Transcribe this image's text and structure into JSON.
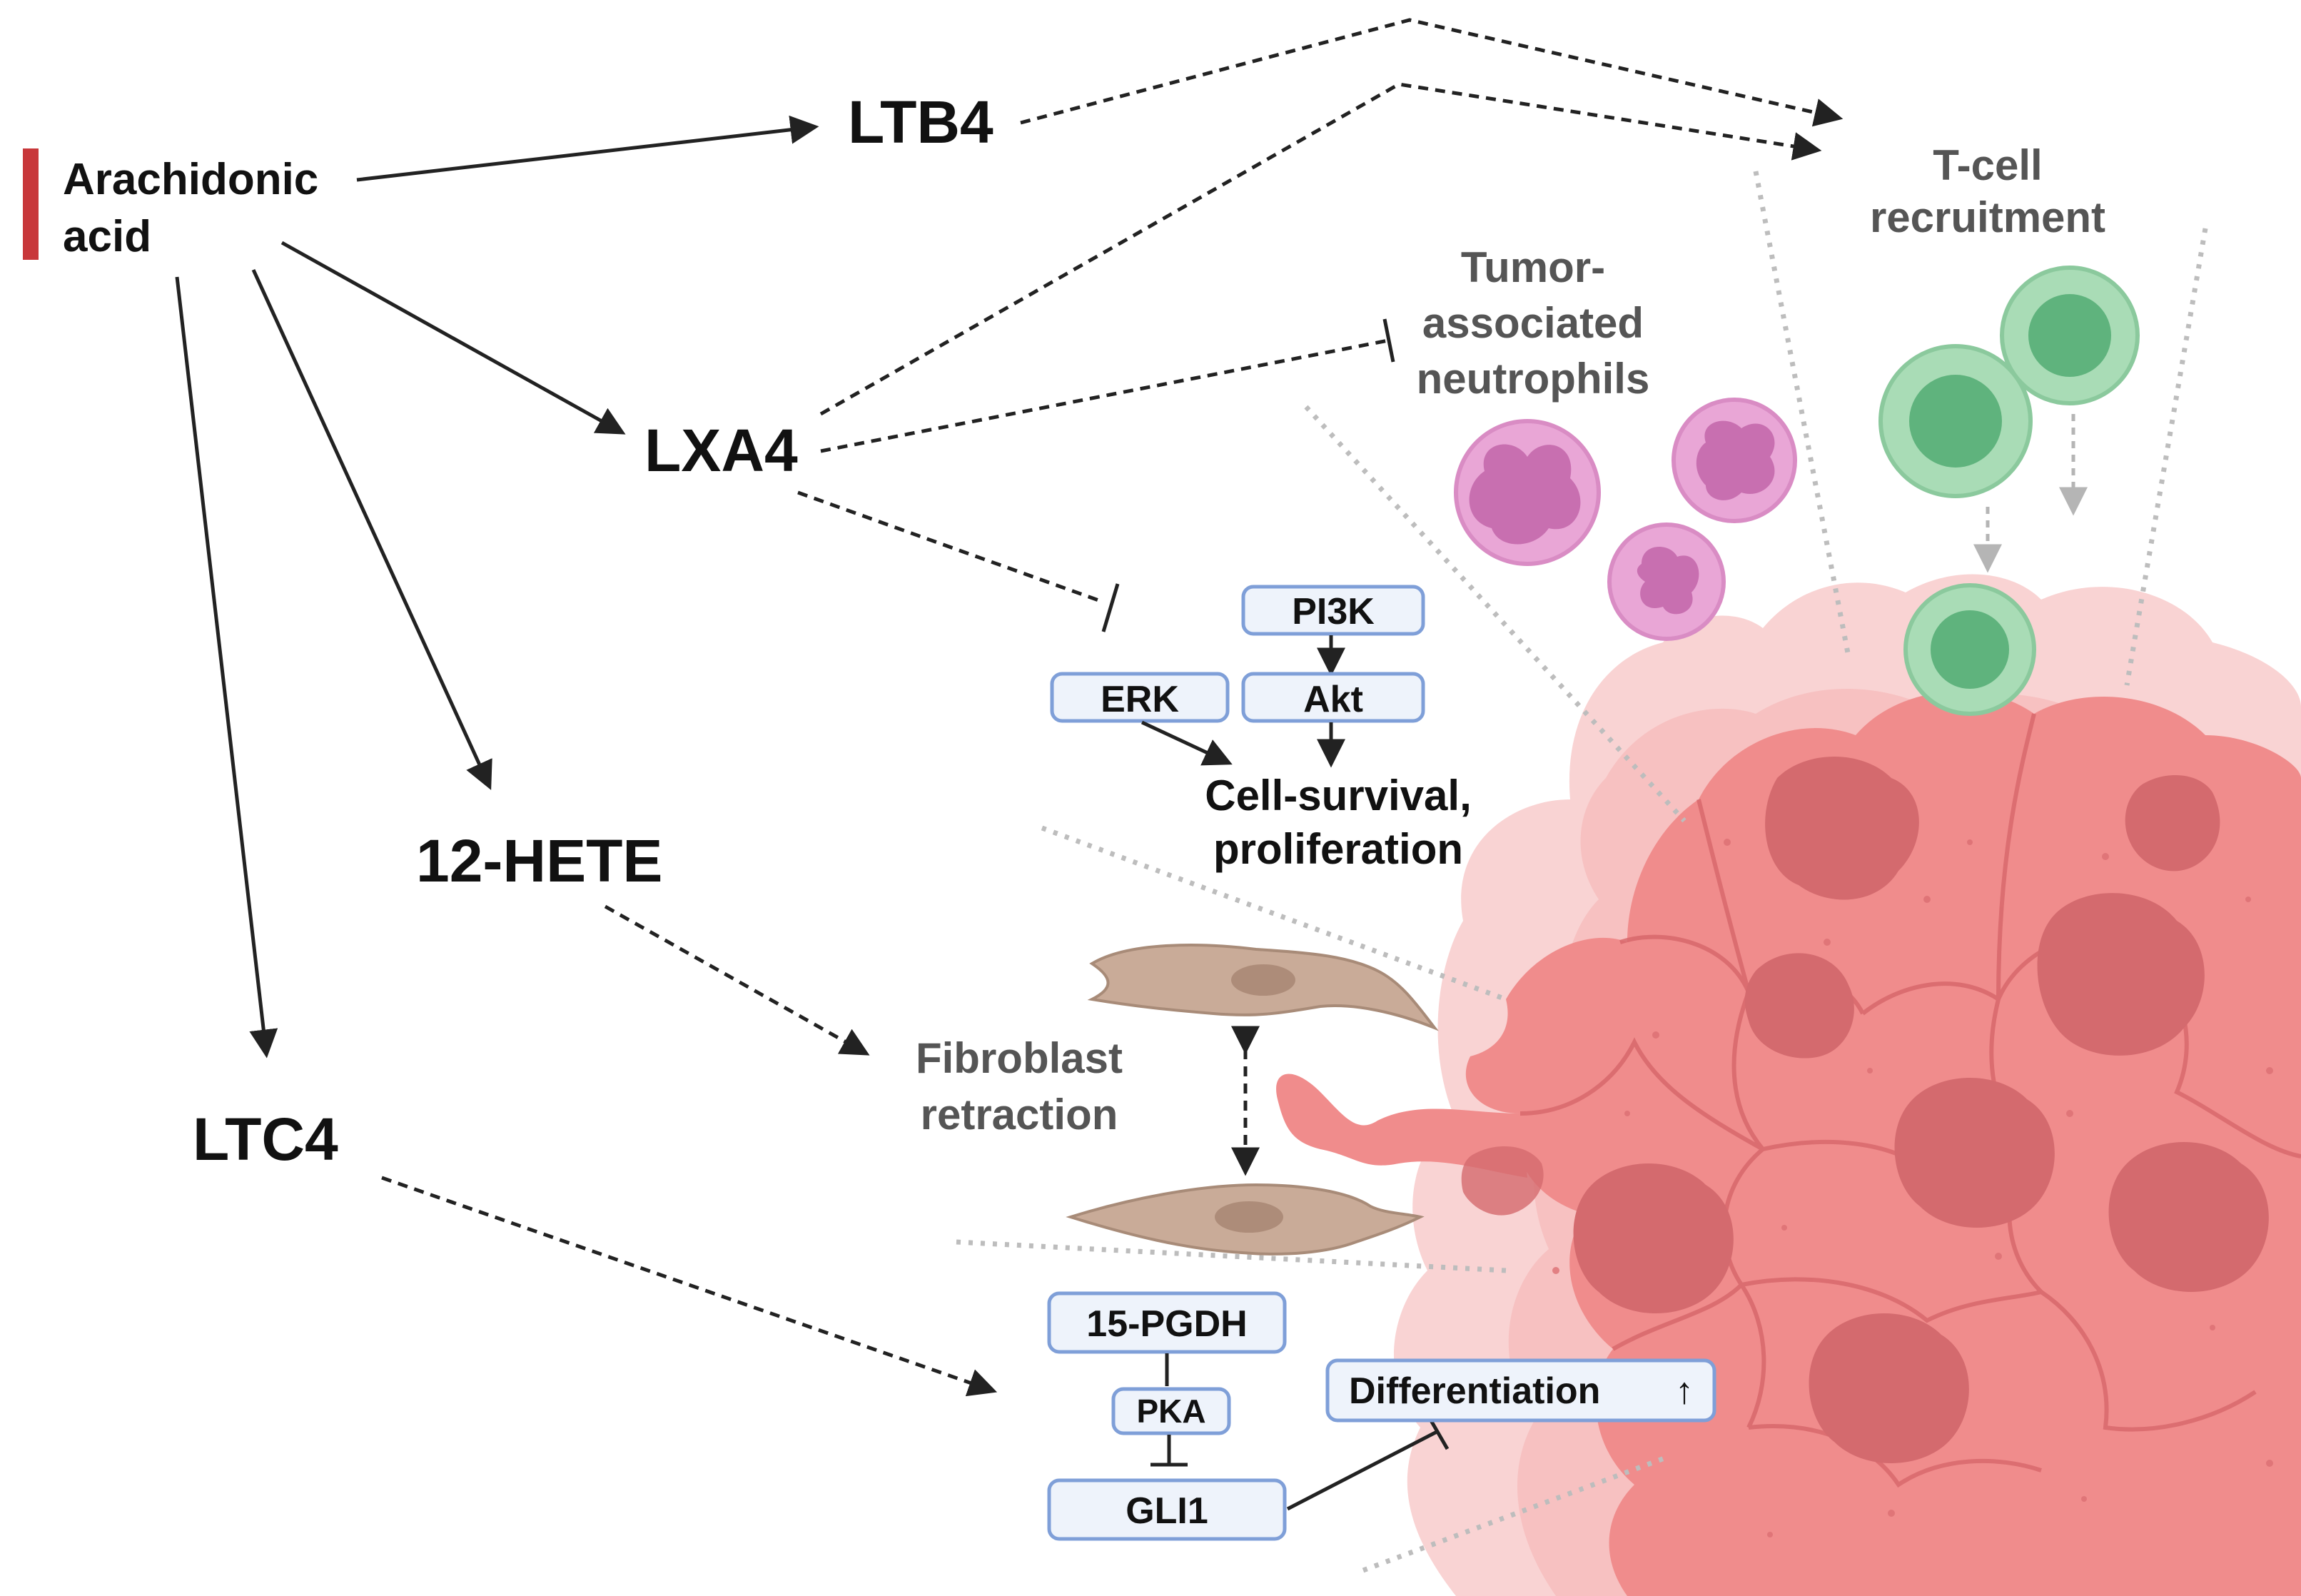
{
  "source": {
    "line1": "Arachidonic",
    "line2": "acid",
    "marker_color": "#c8373a"
  },
  "mediators": {
    "ltb4": "LTB4",
    "lxa4": "LXA4",
    "hete12": "12-HETE",
    "ltc4": "LTC4"
  },
  "cell_labels": {
    "tcell_line1": "T-cell",
    "tcell_line2": "recruitment",
    "neutrophil_line1": "Tumor-",
    "neutrophil_line2": "associated",
    "neutrophil_line3": "neutrophils",
    "fibroblast_line1": "Fibroblast",
    "fibroblast_line2": "retraction"
  },
  "signaling": {
    "pi3k": "PI3K",
    "akt": "Akt",
    "erk": "ERK",
    "outcome_line1": "Cell-survival,",
    "outcome_line2": "proliferation"
  },
  "ltc4_pathway": {
    "pgdh": "15-PGDH",
    "pka": "PKA",
    "gli1": "GLI1",
    "differentiation": "Differentiation",
    "up_arrow": "↑"
  },
  "colors": {
    "tumor_main": "#f08c8c",
    "tumor_nucleus": "#d46a6e",
    "tumor_halo": "#f9d3d3",
    "neutrophil": "#e9a6d6",
    "tcell": "#a9dcb6",
    "fibroblast": "#c9ab98",
    "box_fill": "#eef3fb",
    "box_stroke": "#7f9fd8"
  }
}
